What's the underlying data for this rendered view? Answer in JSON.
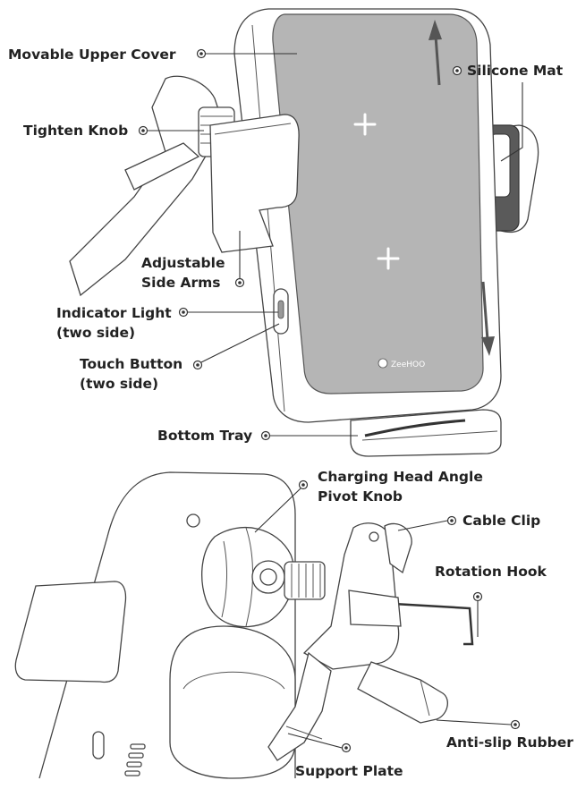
{
  "accent_color": "#b5b5b5",
  "line_color": "#333333",
  "device": {
    "brand_text": "ZeeHOO",
    "icons": [
      "charging-cross-icon",
      "charging-cross-icon",
      "arrow-up-icon",
      "arrow-down-icon"
    ]
  },
  "labels": {
    "movable_upper_cover": "Movable Upper Cover",
    "silicone_mat": "Silicone Mat",
    "tighten_knob": "Tighten Knob",
    "adjustable_side_arms": [
      "Adjustable",
      "Side Arms"
    ],
    "indicator_light": [
      "Indicator Light",
      "(two side)"
    ],
    "touch_button": [
      "Touch Button",
      "(two side)"
    ],
    "bottom_tray": "Bottom Tray",
    "charging_head_pivot_knob": [
      "Charging Head Angle",
      "Pivot Knob"
    ],
    "cable_clip": "Cable Clip",
    "rotation_hook": "Rotation Hook",
    "anti_slip_rubber": "Anti-slip Rubber",
    "support_plate": "Support Plate"
  }
}
